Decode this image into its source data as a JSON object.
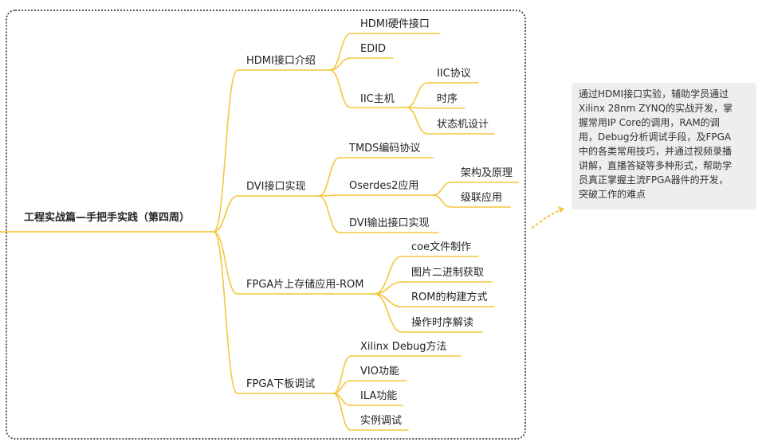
{
  "root": "工程实战篇—手把手实践（第四周）",
  "branches": [
    {
      "label": "HDMI接口介绍",
      "children": [
        {
          "label": "HDMI硬件接口"
        },
        {
          "label": "EDID"
        },
        {
          "label": "IIC主机",
          "children": [
            {
              "label": "IIC协议"
            },
            {
              "label": "时序"
            },
            {
              "label": "状态机设计"
            }
          ]
        }
      ]
    },
    {
      "label": "DVI接口实现",
      "children": [
        {
          "label": "TMDS编码协议"
        },
        {
          "label": "Oserdes2应用",
          "children": [
            {
              "label": "架构及原理"
            },
            {
              "label": "级联应用"
            }
          ]
        },
        {
          "label": "DVI输出接口实现"
        }
      ]
    },
    {
      "label": "FPGA片上存储应用-ROM",
      "children": [
        {
          "label": "coe文件制作"
        },
        {
          "label": "图片二进制获取"
        },
        {
          "label": "ROM的构建方式"
        },
        {
          "label": "操作时序解读"
        }
      ]
    },
    {
      "label": "FPGA下板调试",
      "children": [
        {
          "label": "Xilinx Debug方法"
        },
        {
          "label": "VIO功能"
        },
        {
          "label": "ILA功能"
        },
        {
          "label": "实例调试"
        }
      ]
    }
  ],
  "note": "通过HDMI接口实验，辅助学员通过\nXilinx 28nm ZYNQ的实战开发，掌\n握常用IP Core的调用，RAM的调\n用，Debug分析调试手段，及FPGA\n中的各类常用技巧，并通过视频录播\n讲解，直播答疑等多种形式，帮助学\n员真正掌握主流FPGA器件的开发，\n突破工作的难点",
  "colors": {
    "line": "#f5c63d",
    "frame": "#555555",
    "note_bg": "#eeeeee"
  }
}
